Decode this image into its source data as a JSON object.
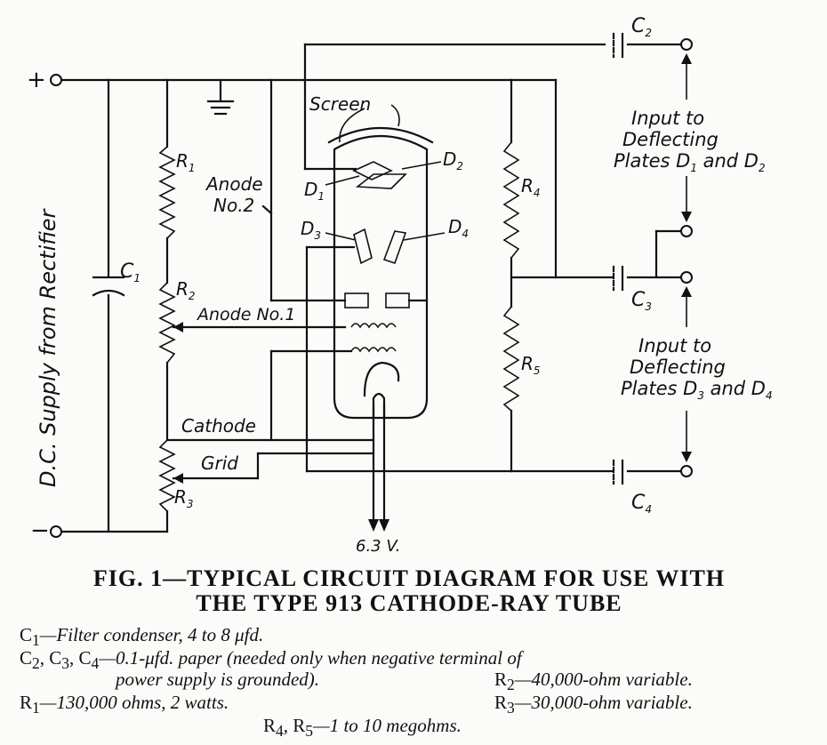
{
  "diagram": {
    "supply_plus": "+",
    "supply_minus": "−",
    "supply_label": "D.C. Supply from Rectifier",
    "c1": "C",
    "c1_sub": "1",
    "c2": "C",
    "c2_sub": "2",
    "c3": "C",
    "c3_sub": "3",
    "c4": "C",
    "c4_sub": "4",
    "r1": "R",
    "r1_sub": "1",
    "r2": "R",
    "r2_sub": "2",
    "r3": "R",
    "r3_sub": "3",
    "r4": "R",
    "r4_sub": "4",
    "r5": "R",
    "r5_sub": "5",
    "screen": "Screen",
    "d1": "D",
    "d1_sub": "1",
    "d2": "D",
    "d2_sub": "2",
    "d3": "D",
    "d3_sub": "3",
    "d4": "D",
    "d4_sub": "4",
    "anode2_line1": "Anode",
    "anode2_line2": "No.2",
    "anode1": "Anode No.1",
    "cathode": "Cathode",
    "grid": "Grid",
    "voltage": "6.3 V.",
    "input1_line1": "Input to",
    "input1_line2": "Deflecting",
    "input1_line3": "Plates D",
    "input1_s1": "1",
    "input1_and": " and D",
    "input1_s2": "2",
    "input2_line1": "Input to",
    "input2_line2": "Deflecting",
    "input2_line3": "Plates D",
    "input2_s1": "3",
    "input2_and": " and D",
    "input2_s2": "4"
  },
  "caption": {
    "title_line1": "FIG. 1—TYPICAL CIRCUIT DIAGRAM FOR USE WITH",
    "title_line2": "THE TYPE 913 CATHODE-RAY TUBE",
    "c1_name": "C",
    "c1_sub": "1",
    "c1_text": "—Filter condenser, 4 to 8 μfd.",
    "c234_name": "C",
    "c234_s2": "2",
    "c234_c3": ", C",
    "c234_s3": "3",
    "c234_c4": ", C",
    "c234_s4": "4",
    "c234_text": "—0.1-μfd. paper (needed only when negative terminal of",
    "c234_text2": "power supply is grounded).",
    "r2_name": "R",
    "r2_sub": "2",
    "r2_text": "—40,000-ohm variable.",
    "r1_name": "R",
    "r1_sub": "1",
    "r1_text": "—130,000 ohms, 2 watts.",
    "r3_name": "R",
    "r3_sub": "3",
    "r3_text": "—30,000-ohm variable.",
    "r45_name": "R",
    "r45_s4": "4",
    "r45_c5": ", R",
    "r45_s5": "5",
    "r45_text": "—1 to 10 megohms."
  }
}
